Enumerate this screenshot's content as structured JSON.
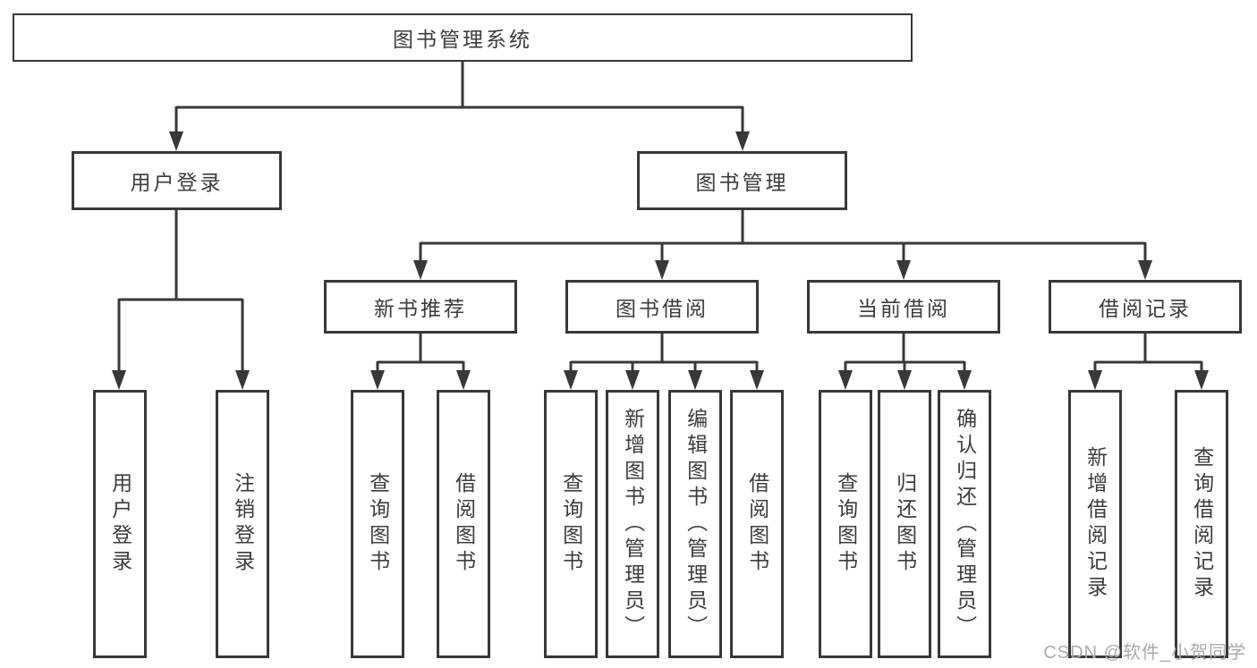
{
  "diagram": {
    "root": "图书管理系统",
    "branches": [
      {
        "label": "用户登录",
        "children": [
          "用户登录",
          "注销登录"
        ]
      },
      {
        "label": "图书管理",
        "children": [
          {
            "label": "新书推荐",
            "children": [
              "查询图书",
              "借阅图书"
            ]
          },
          {
            "label": "图书借阅",
            "children": [
              "查询图书",
              "新增图书（管理员）",
              "编辑图书（管理员）",
              "借阅图书"
            ]
          },
          {
            "label": "当前借阅",
            "children": [
              "查询图书",
              "归还图书",
              "确认归还（管理员）"
            ]
          },
          {
            "label": "借阅记录",
            "children": [
              "新增借阅记录",
              "查询借阅记录"
            ]
          }
        ]
      }
    ]
  },
  "watermark": "CSDN @软件_小贺同学",
  "colors": {
    "line": "#383838",
    "text": "#3c3c3c",
    "bg": "#ffffff",
    "wm": "#ababab"
  }
}
